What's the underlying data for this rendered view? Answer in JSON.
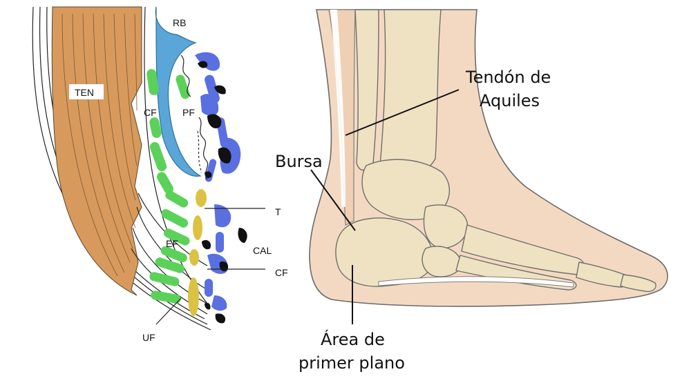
{
  "histology": {
    "labels": {
      "rb": "RB",
      "ten": "TEN",
      "cf_upper": "CF",
      "pf": "PF",
      "t": "T",
      "ef": "EF",
      "cal": "CAL",
      "cf_lower": "CF",
      "uf": "UF"
    },
    "colors": {
      "tendon": "#d79a5c",
      "fat_pad": "#5bd15a",
      "bursa": "#5aa6d9",
      "cartilage": "#dcc243",
      "bone_tissue": "#5a6fe0"
    }
  },
  "anatomy": {
    "labels": {
      "achilles_line1": "Tendón de",
      "achilles_line2": "Aquiles",
      "bursa": "Bursa",
      "footprint_line1": "Área de",
      "footprint_line2": "primer plano"
    },
    "colors": {
      "skin": "#f4d9c2",
      "bone": "#efe2c2"
    }
  }
}
